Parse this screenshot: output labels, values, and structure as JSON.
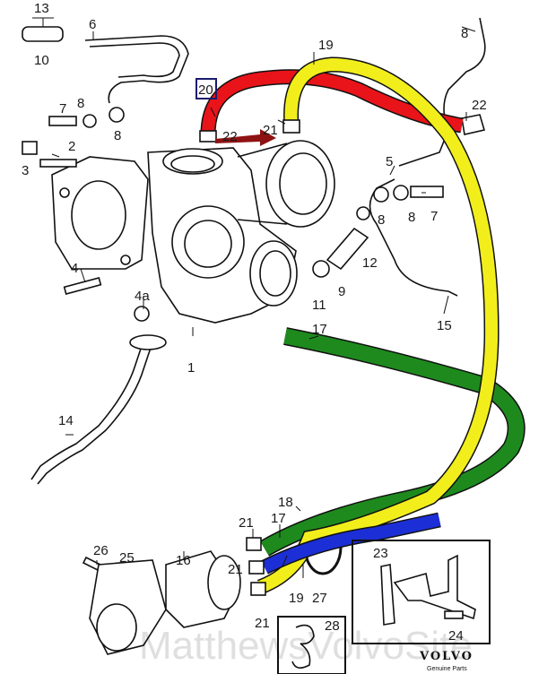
{
  "title": "",
  "hose_colors": {
    "red": "#e8141a",
    "yellow": "#f2ee1c",
    "green": "#1e8a1e",
    "blue": "#1c2fd6",
    "arrow": "#8e1212",
    "callout_box": "#1a1a6e"
  },
  "labels": {
    "l13": "13",
    "l6": "6",
    "l8a": "8",
    "l10": "10",
    "l19a": "19",
    "l20": "20",
    "l7a": "7",
    "l8b": "8",
    "l21a": "21",
    "l22a": "22",
    "l8c": "8",
    "l22b": "22",
    "l2": "2",
    "l3": "3",
    "l5": "5",
    "l8d": "8",
    "l8e": "8",
    "l7b": "7",
    "l4": "4",
    "l12": "12",
    "l9": "9",
    "l11": "11",
    "l15": "15",
    "l4a": "4a",
    "l17a": "17",
    "l1": "1",
    "l14": "14",
    "l18": "18",
    "l21b": "21",
    "l17b": "17",
    "l26": "26",
    "l25": "25",
    "l16": "16",
    "l21c": "21",
    "l21d": "21",
    "l19b": "19",
    "l27": "27",
    "l23": "23",
    "l24": "24",
    "l28": "28"
  },
  "logo": {
    "brand": "VOLVO",
    "tagline": "Genuine Parts"
  },
  "watermark": "MatthewsVolvoSite"
}
